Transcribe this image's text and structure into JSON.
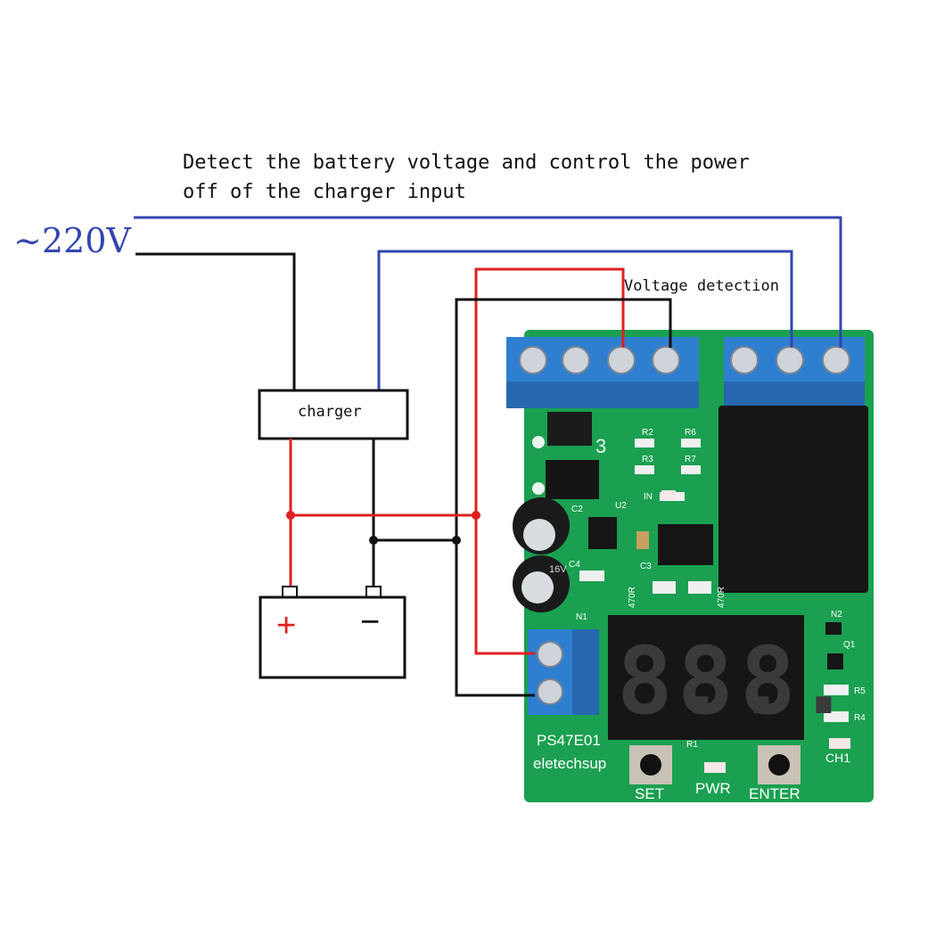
{
  "caption": {
    "line1": "Detect the battery voltage and control the power",
    "line2": "off of the charger input"
  },
  "mains_label": "~220V",
  "charger_label": "charger",
  "battery": {
    "plus": "+",
    "minus": "−"
  },
  "voltage_detection_label": "Voltage detection",
  "board": {
    "model": "PS47E01",
    "brand": "eletechsup",
    "set_label": "SET",
    "pwr_label": "PWR",
    "enter_label": "ENTER",
    "ch1_label": "CH1",
    "in_label": "IN",
    "display_digits": [
      "8.",
      "8.",
      "8."
    ],
    "silkscreen": {
      "c2": "C2",
      "u2": "U2",
      "c3": "C3",
      "c4": "C4",
      "r1": "R1",
      "r2": "R2",
      "r3": "R3",
      "r4": "R4",
      "r5": "R5",
      "r6": "R6",
      "r7": "R7",
      "q1": "Q1",
      "n1": "N1",
      "n2": "N2",
      "res470_a": "470R",
      "res470_b": "470R",
      "cap_mark": "16V",
      "jumper_text": "3"
    }
  },
  "colors": {
    "blue_wire": "#3445b0",
    "red_wire": "#e02020",
    "black_wire": "#111111",
    "pcb_green": "#1aa050",
    "terminal_blue": "#2f7fd0",
    "relay_black": "#161616"
  }
}
